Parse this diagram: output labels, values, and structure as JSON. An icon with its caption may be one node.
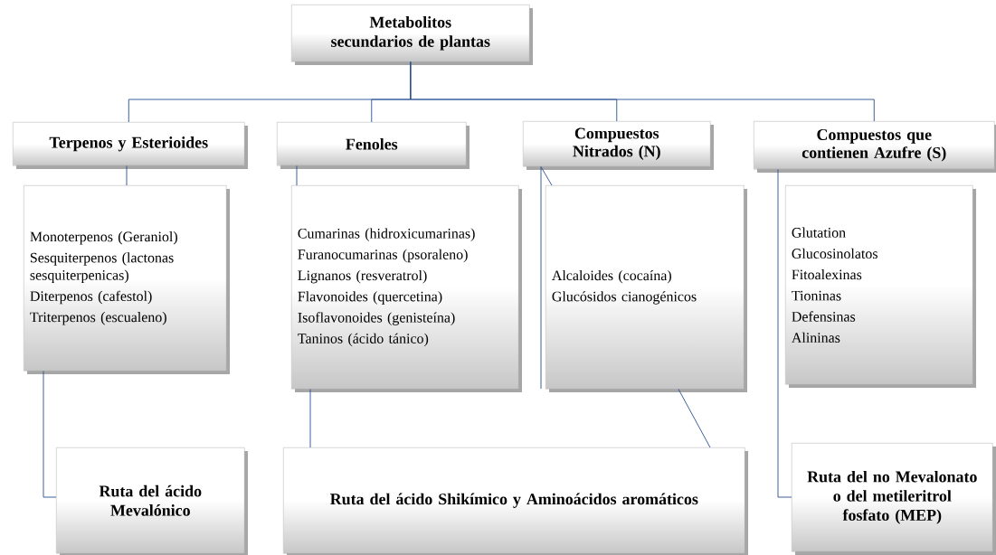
{
  "diagram": {
    "nodes": [
      {
        "text": [
          "Metabolitos secundarios de plantas"
        ]
      },
      {
        "text": [
          "Terpenos y Esterioides"
        ]
      },
      {
        "text": [
          "Fenoles"
        ]
      },
      {
        "text": [
          "Compuestos Nitrados (N)"
        ]
      },
      {
        "text": [
          "Compuestos que contienen Azufre (S)"
        ]
      },
      {
        "text": [
          "Monoterpenos (Geraniol)",
          "Sesquiterpenos (lactonas sesquiterpenicas)",
          "Diterpenos (cafestol)",
          "Triterpenos (escualeno)"
        ]
      },
      {
        "text": [
          "Cumarinas (hidroxicumarinas)",
          "Furanocumarinas (psoraleno)",
          "Lignanos (resveratrol)",
          "Flavonoides (quercetina)",
          "Isoflavonoides (genisteína)",
          "Taninos (ácido tánico)"
        ]
      },
      {
        "text": [
          "Alcaloides (cocaína)",
          "Glucósidos cianogénicos"
        ]
      },
      {
        "text": [
          "Glutation",
          "Glucosinolatos",
          "Fitoalexinas",
          "Tioninas",
          "Defensinas",
          "Alininas"
        ]
      },
      {
        "text": [
          "Ruta del ácido Mevalónico"
        ]
      },
      {
        "text": [
          "Ruta del ácido Shikímico y Aminoácidos aromáticos"
        ]
      },
      {
        "text": [
          "Ruta del  no Mevalonato o del metileritrol fosfato (MEP)"
        ]
      }
    ],
    "edges": [
      {
        "from": 0,
        "to": 1,
        "arrow": "none"
      },
      {
        "from": 0,
        "to": 2,
        "arrow": "none"
      },
      {
        "from": 0,
        "to": 3,
        "arrow": "none"
      },
      {
        "from": 0,
        "to": 4,
        "arrow": "none"
      },
      {
        "from": 1,
        "to": 5,
        "arrow": "none"
      },
      {
        "from": 2,
        "to": 6,
        "arrow": "none"
      },
      {
        "from": 3,
        "to": 7,
        "arrow": "none"
      },
      {
        "from": 4,
        "to": 11,
        "arrow": "none"
      },
      {
        "from": 5,
        "to": 9,
        "arrow": "none"
      },
      {
        "from": 6,
        "to": 10,
        "arrow": "none"
      },
      {
        "from": 7,
        "to": 10,
        "arrow": "none"
      }
    ]
  }
}
